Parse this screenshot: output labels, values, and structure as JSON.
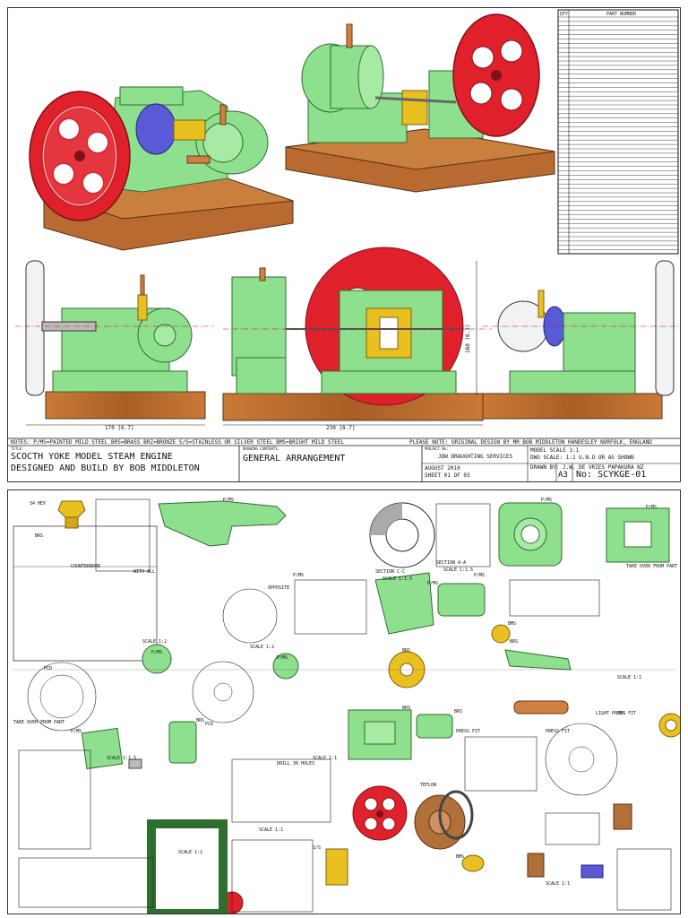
{
  "sheet1": {
    "notes_line": "NOTES: P/MS=PAINTED MILD STEEL BRS=BRASS BRZ=BRONZE S/S=STAINLESS OR SILVER STEEL BMS=BRIGHT MILD STEEL",
    "please_note": "PLEASE NOTE: ORIGINAL DESIGN BY MR BOB MIDDLETON HANDESLEY NORFOLK, ENGLAND",
    "title_label": "TITLE:",
    "title_line1": "SCOCTH YOKE MODEL STEAM ENGINE",
    "title_line2": "DESIGNED AND BUILD BY BOB MIDDLETON",
    "drawing_contents_label": "DRAWING CONTENTS:",
    "drawing_contents": "GENERAL ARRANGEMENT",
    "project_label": "PROJECT No:",
    "company": "JDW DRAUGHTING SERVICES",
    "model_scale": "MODEL SCALE 1:1",
    "dwg_scale": "DWG SCALE: 1:1 U.N.O OR AS SHOWN",
    "date": "AUGUST 2010",
    "drawn_by": "DRAWN BY: J.W. DE VRIES PAPAKURA NZ",
    "sheet_no": "SHEET 01 OF 03",
    "paper_size": "A3",
    "drawing_no": "No: SCYKGE-01",
    "dim_width": "170 [6.7]",
    "dim_mid": "230 [8.7]",
    "dim_height": "160 [6.3]",
    "parts_header": {
      "qty": "QTY",
      "desc": "PART NUMBER"
    }
  },
  "sheet2": {
    "labels": [
      "34 HEX",
      "BRS",
      "P/MS",
      "P/MS",
      "P/MS",
      "P/MS",
      "P/MS",
      "P/MS",
      "P/MS",
      "P/MS",
      "P/MS",
      "BRS",
      "BRS",
      "BRS",
      "BRS",
      "BRS",
      "BMS",
      "BMS",
      "BMS",
      "S/S",
      "COUNTERBORE",
      "SECTION C-C",
      "SCALE 1:1.5",
      "SECTION A-A",
      "SCALE 1:1.5",
      "SCALE 1:2",
      "SCALE 1:2",
      "SCALE 1:1.5",
      "SCALE 1:1",
      "SCALE 1:1",
      "SCALE 1:1",
      "DRILL 36 HOLES",
      "PRESS FIT",
      "PRESS FIT",
      "LIGHT PRESS FIT",
      "TEFLON",
      "TAKE OVER FROM PART",
      "TAKE OVER FROM PART",
      "WITH ALL",
      "OPPOSITE",
      "PCD",
      "PCD",
      "SCALE 1:1",
      "SCALE 1:1"
    ]
  },
  "colors": {
    "green": "#8ee08e",
    "green_dark": "#4cae4c",
    "red": "#e0202a",
    "red_dark": "#a01018",
    "wood": "#b86a30",
    "wood_dark": "#7a4218",
    "brass": "#e8c020",
    "copper": "#d08040",
    "blue": "#5a5ad8",
    "line": "#222222"
  }
}
